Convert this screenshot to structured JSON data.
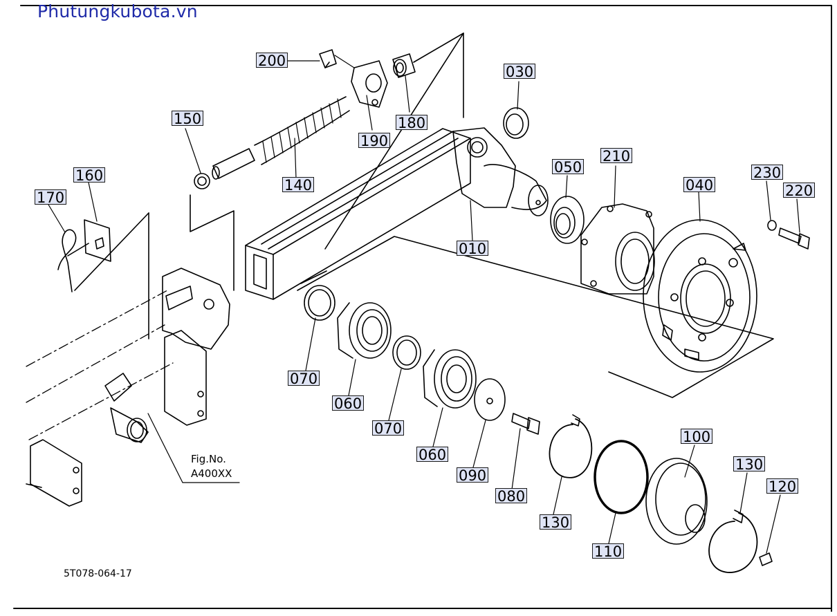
{
  "watermark": "Phutungkubota.vn",
  "drawing_code": "5T078-064-17",
  "figure_ref": {
    "line1": "Fig.No.",
    "line2": "A400XX"
  },
  "labels": {
    "p200": "200",
    "p150": "150",
    "p190": "190",
    "p180": "180",
    "p140": "140",
    "p030": "030",
    "p160": "160",
    "p170": "170",
    "p050": "050",
    "p210": "210",
    "p040": "040",
    "p230": "230",
    "p220": "220",
    "p010": "010",
    "p070a": "070",
    "p060a": "060",
    "p070b": "070",
    "p060b": "060",
    "p090": "090",
    "p080": "080",
    "p130a": "130",
    "p110": "110",
    "p100": "100",
    "p130b": "130",
    "p120": "120"
  }
}
